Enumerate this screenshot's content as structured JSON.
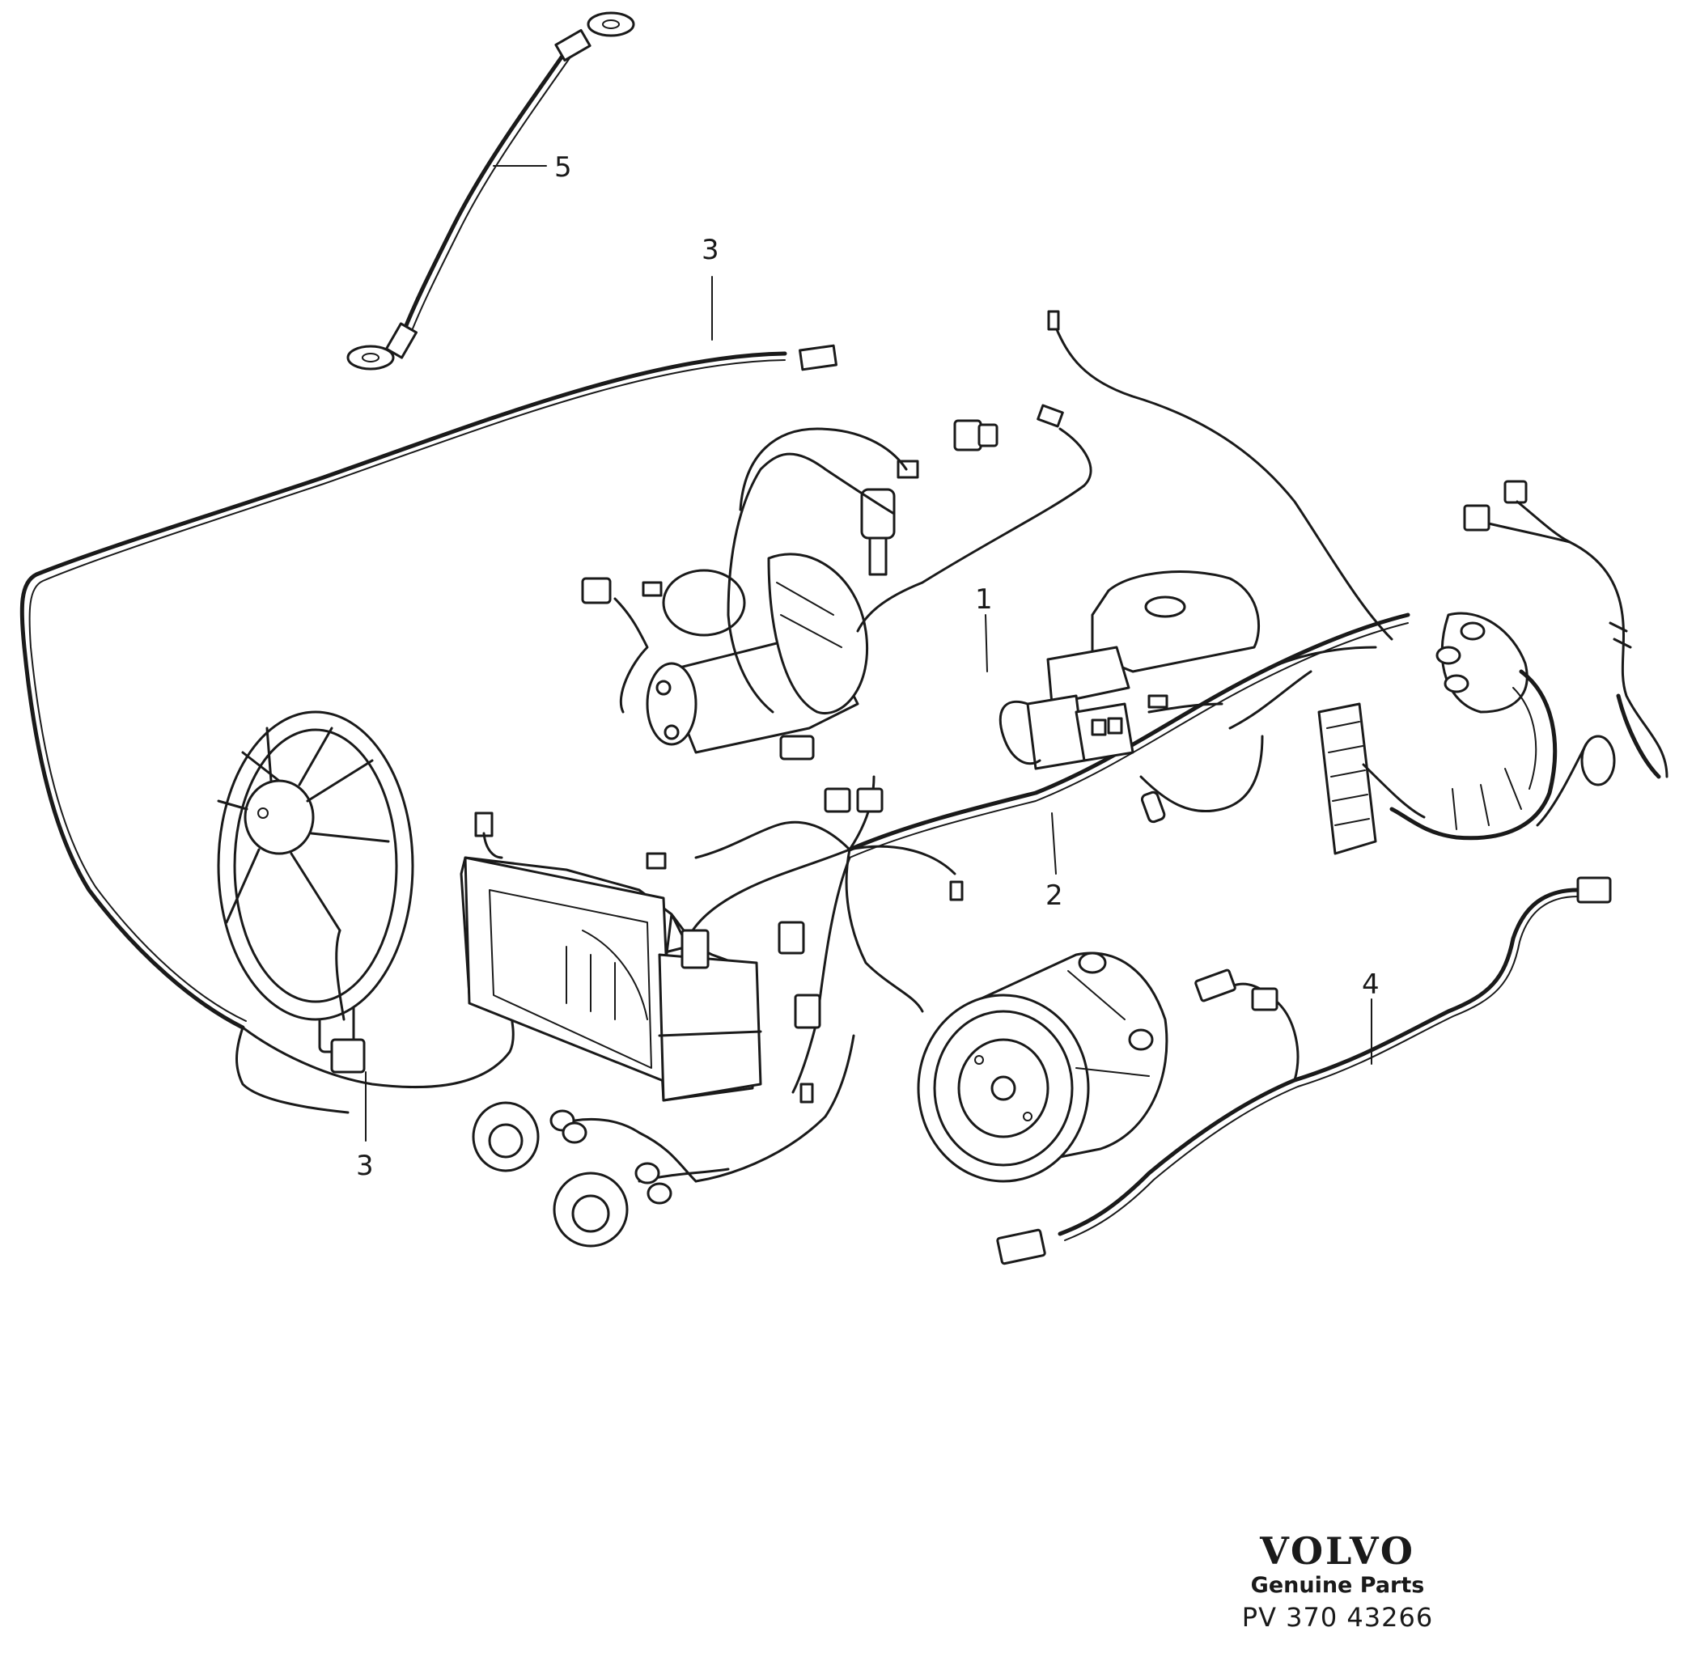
{
  "diagram": {
    "callouts": [
      {
        "id": "1",
        "text": "1"
      },
      {
        "id": "2",
        "text": "2"
      },
      {
        "id": "3",
        "text": "3"
      },
      {
        "id": "3b",
        "text": "3"
      },
      {
        "id": "4",
        "text": "4"
      },
      {
        "id": "5",
        "text": "5"
      }
    ]
  },
  "brand": {
    "logo": "VOLVO",
    "tagline": "Genuine Parts",
    "code": "PV 370  43266"
  }
}
